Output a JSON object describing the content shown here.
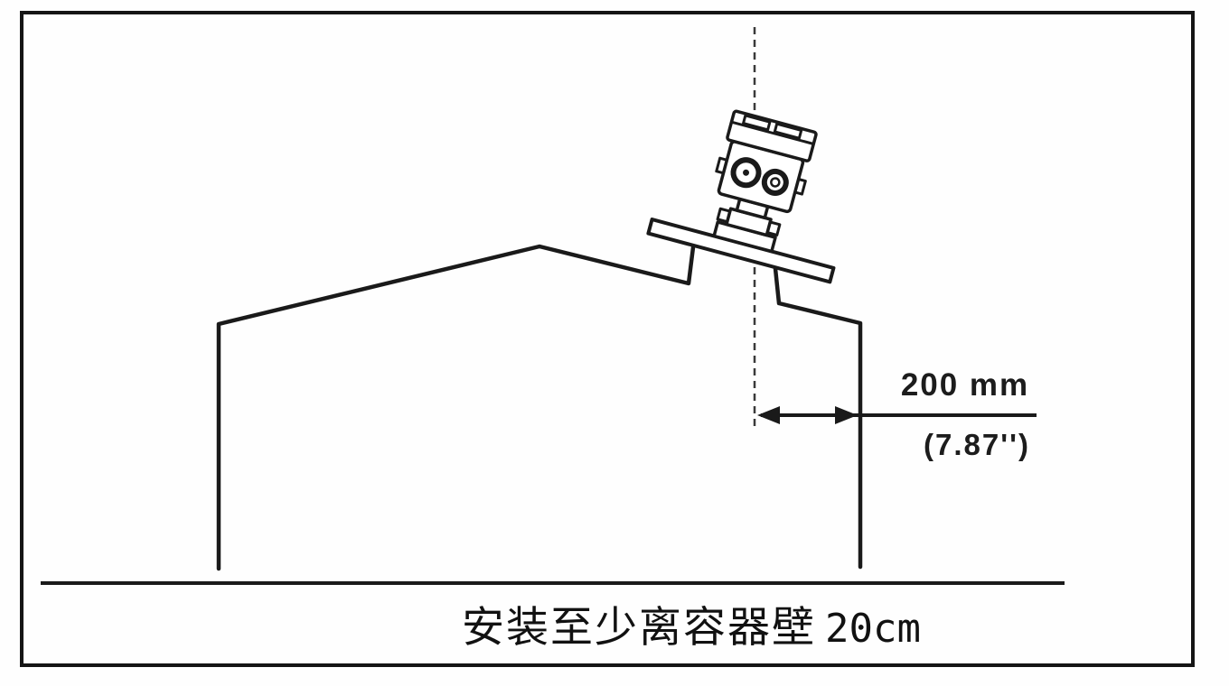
{
  "figure": {
    "caption": {
      "zh": "安装至少离容器壁",
      "value": "20cm"
    },
    "dimension": {
      "primary": "200 mm",
      "secondary": "(7.87'')"
    },
    "colors": {
      "line": "#1a1a1a",
      "dashed_line": "#3a3a3a",
      "background": "#fefefe"
    },
    "elements": {
      "vessel": "tank-outline-with-peaked-roof",
      "instrument": "radar-level-transmitter-tilted-on-flange",
      "flange": "mounting-flange",
      "centerline": "vertical-dashed-centerline",
      "dimension_arrow": "double-headed-arrow-wall-clearance",
      "ground": "ground-line"
    }
  }
}
